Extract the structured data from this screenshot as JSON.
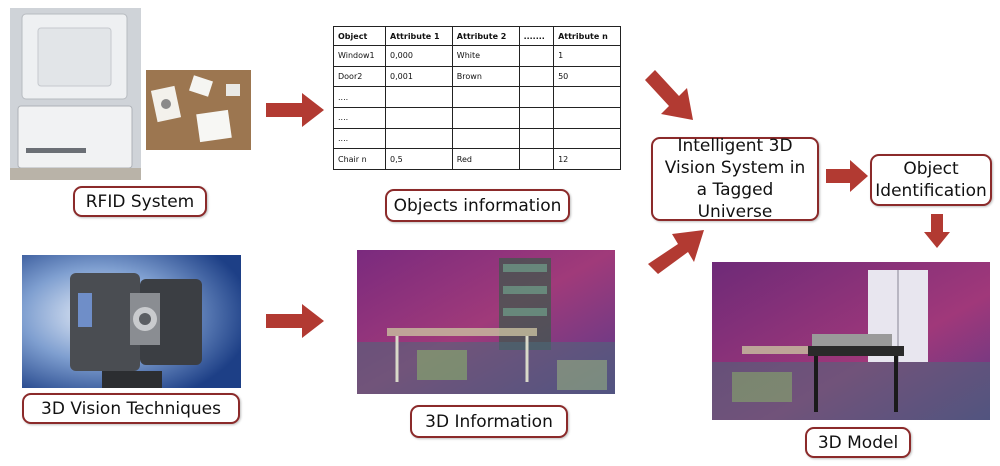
{
  "labels": {
    "rfid": "RFID System",
    "objects_info": "Objects information",
    "intelligent": "Intelligent 3D Vision System in a Tagged Universe",
    "object_identification": "Object Identification",
    "vision_techniques": "3D Vision Techniques",
    "info_3d": "3D Information",
    "model_3d": "3D Model"
  },
  "table": {
    "headers": [
      "Object",
      "Attribute 1",
      "Attribute 2",
      ".......",
      "Attribute n"
    ],
    "rows": [
      [
        "Window1",
        "0,000",
        "White",
        "",
        "1"
      ],
      [
        "Door2",
        "0,001",
        "Brown",
        "",
        "50"
      ],
      [
        "....",
        "",
        "",
        "",
        ""
      ],
      [
        "....",
        "",
        "",
        "",
        ""
      ],
      [
        "....",
        "",
        "",
        "",
        ""
      ],
      [
        "Chair n",
        "0,5",
        "Red",
        "",
        "12"
      ]
    ]
  },
  "colors": {
    "arrow": "#b23a32",
    "box_border": "#8b2a2a"
  }
}
